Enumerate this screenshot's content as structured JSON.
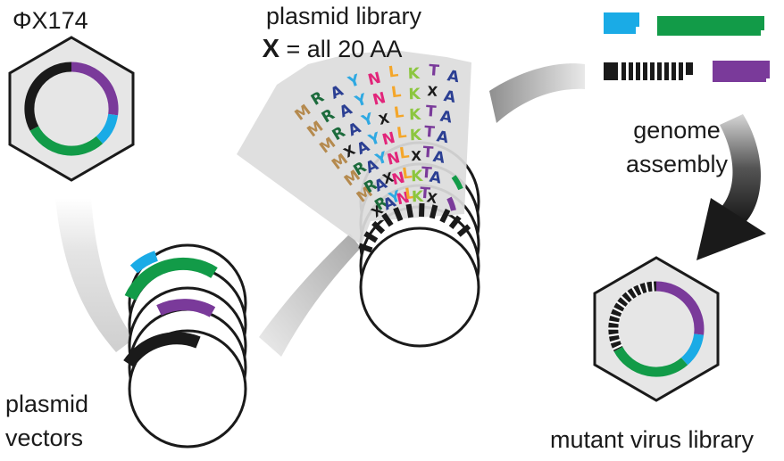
{
  "labels": {
    "phage": "ΦX174",
    "library_line1": "plasmid library",
    "library_line2_x": "X",
    "library_line2_rest": " = all 20 AA",
    "assembly_line1": "genome",
    "assembly_line2": "assembly",
    "vectors_line1": "plasmid",
    "vectors_line2": "vectors",
    "mutant": "mutant virus library"
  },
  "colors": {
    "blue": "#1aabe6",
    "green": "#129b48",
    "purple": "#7a3a9a",
    "black": "#1a1a1a",
    "hexagon_fill": "#e6e6e6",
    "arrow_gray": "#a9a9a9"
  },
  "library_columns": [
    {
      "letter": "M",
      "color": "#b58a4e"
    },
    {
      "letter": "R",
      "color": "#1c6b3c"
    },
    {
      "letter": "A",
      "color": "#2b3f93"
    },
    {
      "letter": "Y",
      "color": "#2fa9e2"
    },
    {
      "letter": "N",
      "color": "#e2257a"
    },
    {
      "letter": "L",
      "color": "#f4a62a"
    },
    {
      "letter": "K",
      "color": "#8cc63f"
    },
    {
      "letter": "T",
      "color": "#7a3a9a"
    },
    {
      "letter": "A",
      "color": "#2b3f93"
    }
  ],
  "x_mark": "X"
}
